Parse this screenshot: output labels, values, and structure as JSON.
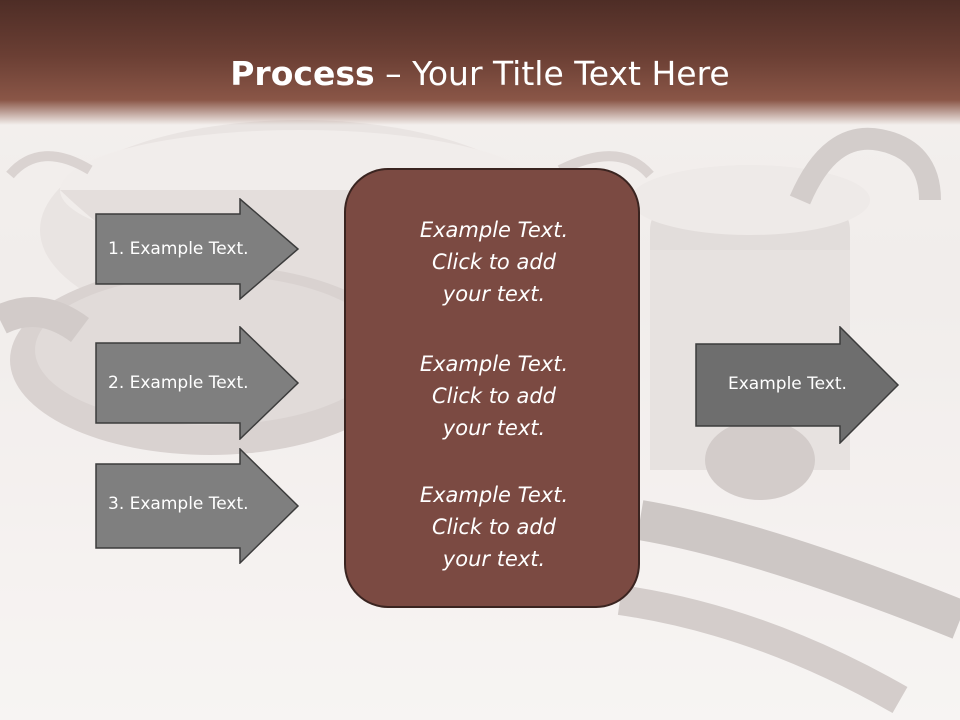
{
  "title": {
    "bold": "Process",
    "rest": " – Your Title Text Here"
  },
  "left_arrows": [
    {
      "label": "1. Example Text."
    },
    {
      "label": "2. Example Text."
    },
    {
      "label": "3. Example Text."
    }
  ],
  "center_box": {
    "blocks": [
      {
        "lines": [
          "Example Text.",
          "Click  to add",
          "your text."
        ]
      },
      {
        "lines": [
          "Example Text.",
          "Click  to add",
          "your text."
        ]
      },
      {
        "lines": [
          "Example Text.",
          "Click  to add",
          "your text."
        ]
      }
    ]
  },
  "right_arrow": {
    "label": "Example Text."
  },
  "colors": {
    "header": "#6b3f34",
    "center_box": "#7b4a42",
    "arrow_fill": "#7f7f7f",
    "arrow_fill_dark": "#6e6e6e"
  },
  "background": {
    "image": "kitchen-cookware-photo"
  }
}
